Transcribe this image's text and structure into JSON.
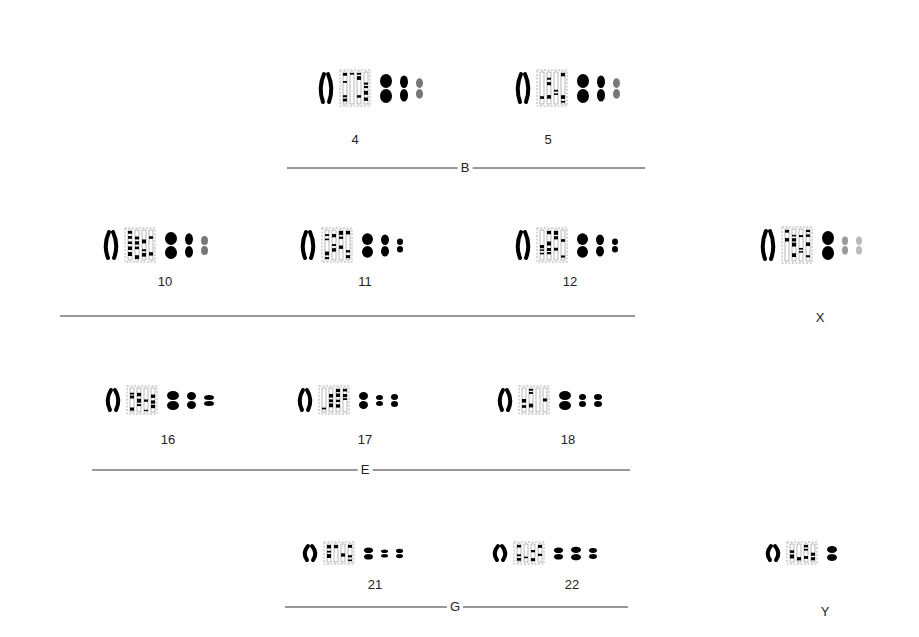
{
  "diagram": {
    "labels": [
      "4",
      "5",
      "B",
      "10",
      "11",
      "12",
      "X",
      "16",
      "17",
      "18",
      "E",
      "21",
      "22",
      "G",
      "Y"
    ]
  }
}
